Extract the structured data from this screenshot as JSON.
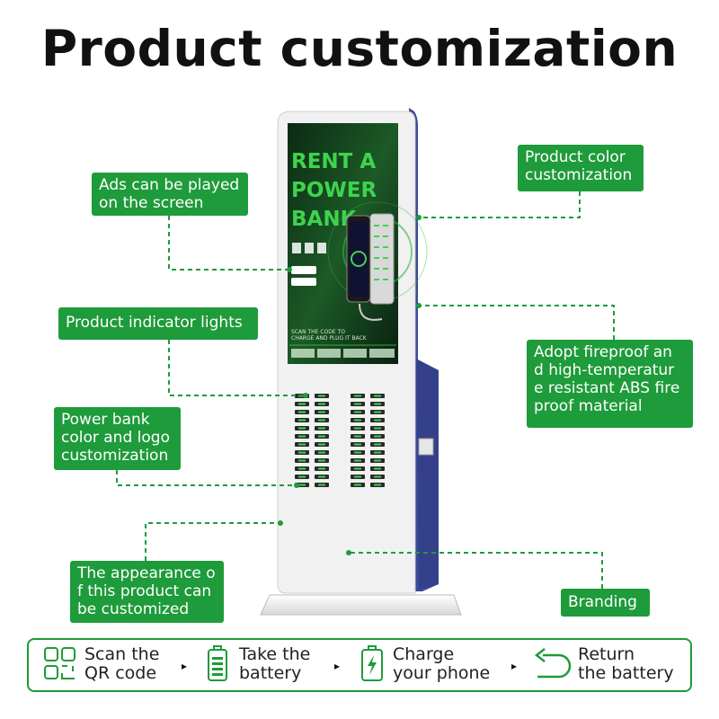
{
  "title": "Product customization",
  "colors": {
    "accent_green": "#1e9b3a",
    "kiosk_blue": "#3b4a9a",
    "kiosk_white": "#f1f1f1"
  },
  "callouts": {
    "ads": "Ads can be played\non the screen",
    "color": "Product color\ncustomization",
    "lights": "Product indicator lights",
    "material": "Adopt fireproof an\nd high-temperatur\ne resistant ABS fire\nproof material",
    "powerbank": "Power bank\ncolor and logo\ncustomization",
    "appearance": "The appearance o\nf this product can\nbe customized",
    "branding": "Branding"
  },
  "screen": {
    "headline": [
      "RENT A",
      "POWER",
      "BANK"
    ],
    "scan_text": "SCAN THE CODE TO\nCHARGE AND PLUG IT BACK"
  },
  "steps": [
    {
      "label": "Scan the\nQR code",
      "icon": "qr-code-icon"
    },
    {
      "label": "Take the\nbattery",
      "icon": "battery-icon"
    },
    {
      "label": "Charge\nyour phone",
      "icon": "phone-charge-icon"
    },
    {
      "label": "Return\nthe battery",
      "icon": "return-arrow-icon"
    }
  ]
}
